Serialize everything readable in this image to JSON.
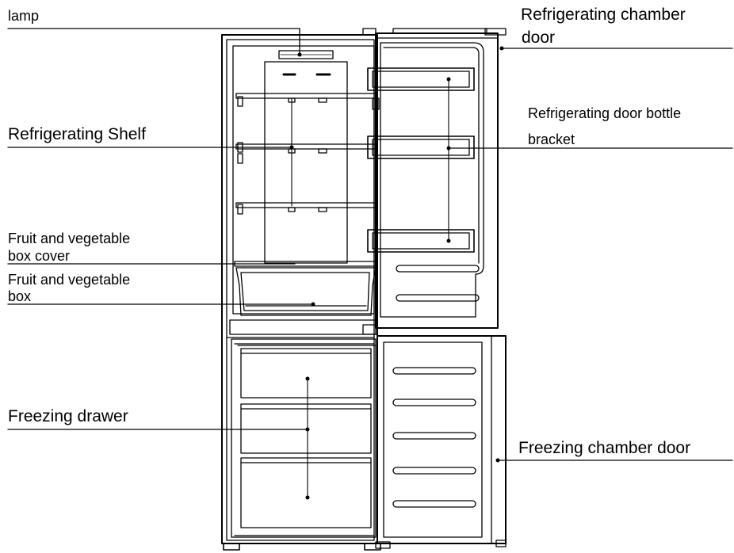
{
  "labels": {
    "lamp": "lamp",
    "fridge_door_1": "Refrigerating chamber",
    "fridge_door_2": "door",
    "shelf": "Refrigerating Shelf",
    "bottle_1": "Refrigerating door bottle",
    "bottle_2": "bracket",
    "fv_cover_1": "Fruit and vegetable",
    "fv_cover_2": "box cover",
    "fv_box_1": "Fruit and vegetable",
    "fv_box_2": "box",
    "freezing_drawer": "Freezing drawer",
    "freezer_door": "Freezing chamber door"
  },
  "colors": {
    "line": "#000000",
    "background": "#ffffff"
  }
}
